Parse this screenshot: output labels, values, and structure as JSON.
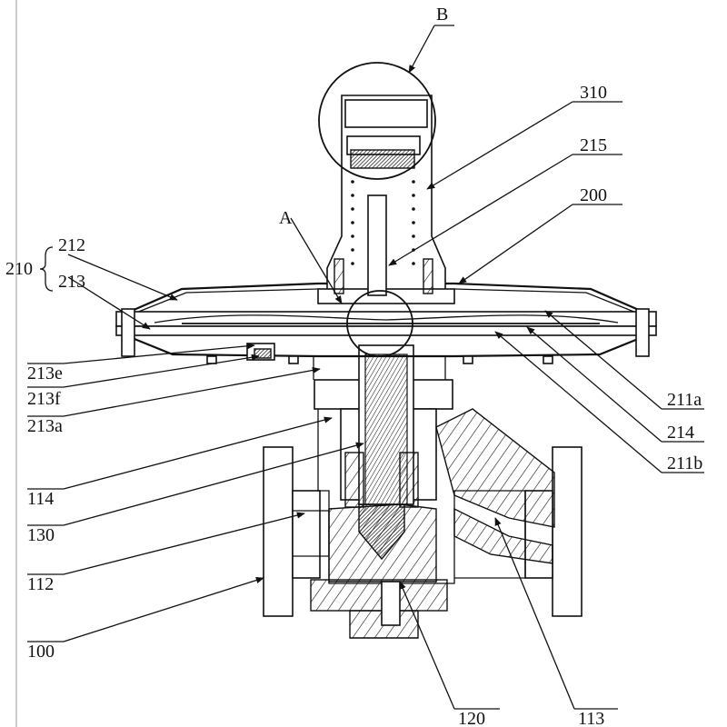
{
  "labels": {
    "B": "B",
    "A": "A",
    "l310": "310",
    "l215": "215",
    "l200": "200",
    "l210": "210",
    "l212": "212",
    "l213": "213",
    "l213e": "213e",
    "l213f": "213f",
    "l213a": "213a",
    "l114": "114",
    "l130": "130",
    "l112": "112",
    "l100": "100",
    "l120": "120",
    "l113": "113",
    "l211a": "211a",
    "l214": "214",
    "l211b": "211b"
  }
}
